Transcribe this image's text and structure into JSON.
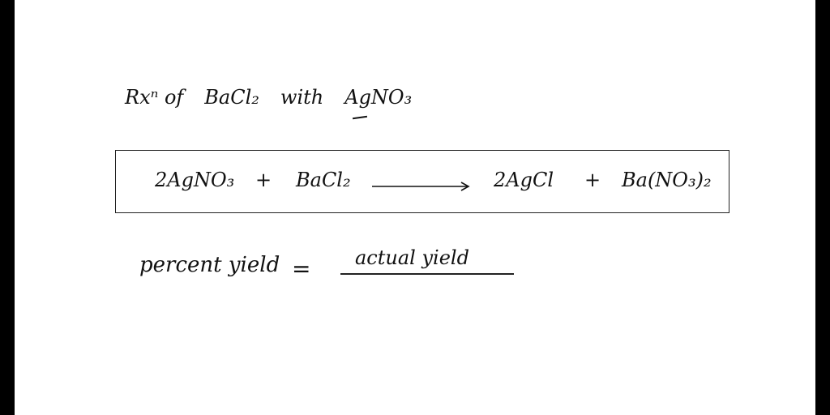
{
  "heading": {
    "prefix": "Rxⁿ of",
    "reactant_1": "BaCl₂",
    "connector": "with",
    "reactant_2": "AgNO₃"
  },
  "equation": {
    "term_1": "2AgNO₃",
    "plus_1": "+",
    "term_2": "BaCl₂",
    "product_1": "2AgCl",
    "plus_2": "+",
    "product_2": "Ba(NO₃)₂"
  },
  "formula": {
    "lhs": "percent yield",
    "equals": "=",
    "numerator": "actual yield"
  }
}
